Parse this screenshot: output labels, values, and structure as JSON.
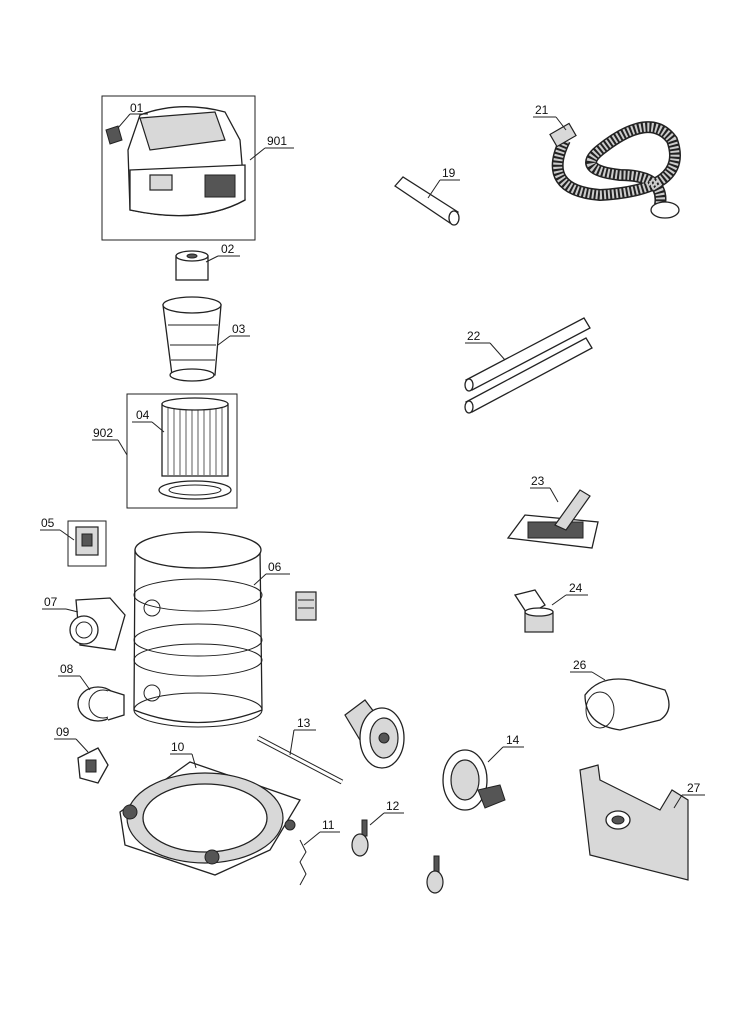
{
  "title": "Exploded parts diagram - wet/dry vacuum cleaner",
  "parts": [
    {
      "id": "01"
    },
    {
      "id": "901"
    },
    {
      "id": "02"
    },
    {
      "id": "03"
    },
    {
      "id": "04"
    },
    {
      "id": "902"
    },
    {
      "id": "05"
    },
    {
      "id": "06"
    },
    {
      "id": "07"
    },
    {
      "id": "08"
    },
    {
      "id": "09"
    },
    {
      "id": "10"
    },
    {
      "id": "11"
    },
    {
      "id": "12"
    },
    {
      "id": "13"
    },
    {
      "id": "14"
    },
    {
      "id": "19"
    },
    {
      "id": "21"
    },
    {
      "id": "22"
    },
    {
      "id": "23"
    },
    {
      "id": "24"
    },
    {
      "id": "26"
    },
    {
      "id": "27"
    }
  ]
}
